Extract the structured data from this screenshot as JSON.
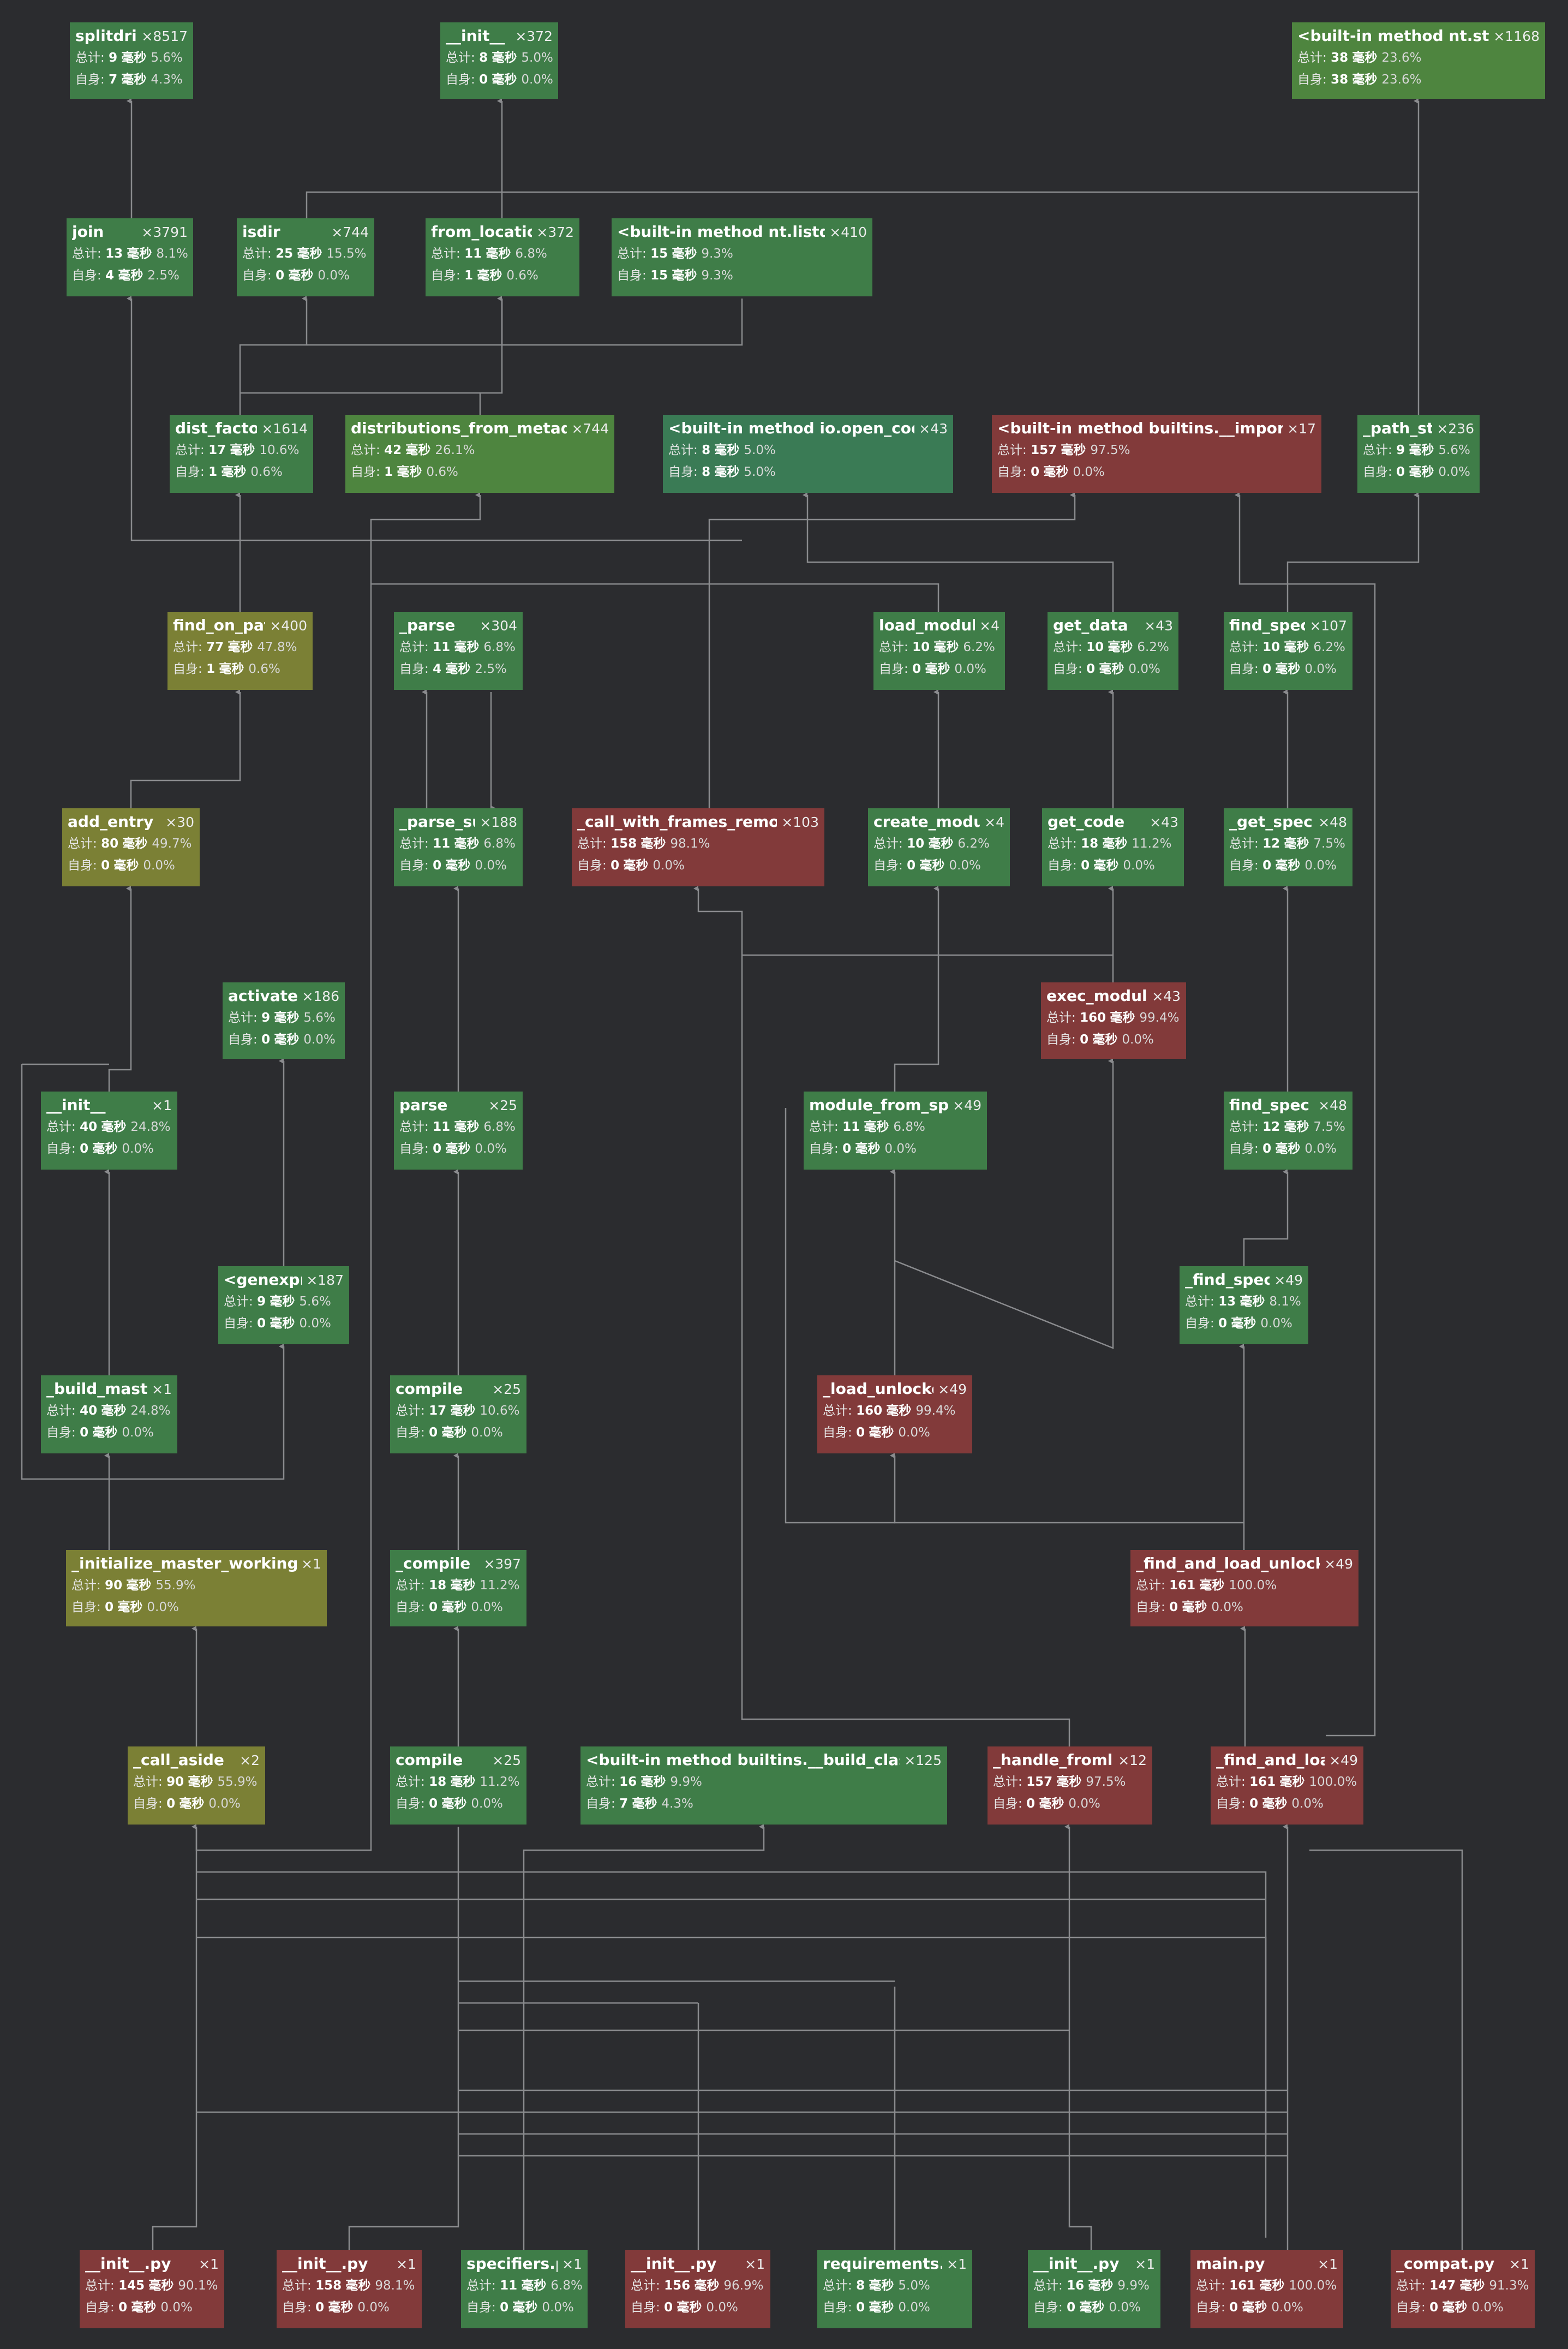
{
  "labels": {
    "total": "总计:",
    "self": "自身:",
    "unit": "毫秒"
  },
  "colors": {
    "background": "#2b2c2f",
    "edge": "#8a8b8e",
    "green": "#3f7d48",
    "teal_green": "#3a7b55",
    "olive": "#7b8035",
    "olive_green": "#5e8037",
    "red": "#823a3a"
  },
  "nodes": [
    {
      "id": "splitdrive",
      "name": "splitdrive",
      "count": "×8517",
      "total": "9",
      "total_pct": "5.6%",
      "self": "7",
      "self_pct": "4.3%",
      "color": "#3f7d48"
    },
    {
      "id": "init372",
      "name": "__init__",
      "count": "×372",
      "total": "8",
      "total_pct": "5.0%",
      "self": "0",
      "self_pct": "0.0%",
      "color": "#3f7d48"
    },
    {
      "id": "ntstat",
      "name": "<built-in method nt.stat>",
      "count": "×1168",
      "total": "38",
      "total_pct": "23.6%",
      "self": "38",
      "self_pct": "23.6%",
      "color": "#4e853f"
    },
    {
      "id": "join",
      "name": "join",
      "count": "×3791",
      "total": "13",
      "total_pct": "8.1%",
      "self": "4",
      "self_pct": "2.5%",
      "color": "#3f7d48"
    },
    {
      "id": "isdir",
      "name": "isdir",
      "count": "×744",
      "total": "25",
      "total_pct": "15.5%",
      "self": "0",
      "self_pct": "0.0%",
      "color": "#3f7d48"
    },
    {
      "id": "fromloc",
      "name": "from_location",
      "count": "×372",
      "total": "11",
      "total_pct": "6.8%",
      "self": "1",
      "self_pct": "0.6%",
      "color": "#3f7d48"
    },
    {
      "id": "listdir",
      "name": "<built-in method nt.listdir>",
      "count": "×410",
      "total": "15",
      "total_pct": "9.3%",
      "self": "15",
      "self_pct": "9.3%",
      "color": "#3f7d48"
    },
    {
      "id": "distfactory",
      "name": "dist_factory",
      "count": "×1614",
      "total": "17",
      "total_pct": "10.6%",
      "self": "1",
      "self_pct": "0.6%",
      "color": "#3f7d48"
    },
    {
      "id": "distmeta",
      "name": "distributions_from_metadata",
      "count": "×744",
      "total": "42",
      "total_pct": "26.1%",
      "self": "1",
      "self_pct": "0.6%",
      "color": "#4e853f"
    },
    {
      "id": "opencode",
      "name": "<built-in method io.open_code>",
      "count": "×43",
      "total": "8",
      "total_pct": "5.0%",
      "self": "8",
      "self_pct": "5.0%",
      "color": "#3a7b55"
    },
    {
      "id": "import",
      "name": "<built-in method builtins.__import__>",
      "count": "×17",
      "total": "157",
      "total_pct": "97.5%",
      "self": "0",
      "self_pct": "0.0%",
      "color": "#823a3a"
    },
    {
      "id": "pathstat",
      "name": "_path_stat",
      "count": "×236",
      "total": "9",
      "total_pct": "5.6%",
      "self": "0",
      "self_pct": "0.0%",
      "color": "#3f7d48"
    },
    {
      "id": "findonpath",
      "name": "find_on_path",
      "count": "×400",
      "total": "77",
      "total_pct": "47.8%",
      "self": "1",
      "self_pct": "0.6%",
      "color": "#7b8035"
    },
    {
      "id": "parse304",
      "name": "_parse",
      "count": "×304",
      "total": "11",
      "total_pct": "6.8%",
      "self": "4",
      "self_pct": "2.5%",
      "color": "#3f7d48"
    },
    {
      "id": "loadmodule",
      "name": "load_module",
      "count": "×4",
      "total": "10",
      "total_pct": "6.2%",
      "self": "0",
      "self_pct": "0.0%",
      "color": "#3f7d48"
    },
    {
      "id": "getdata",
      "name": "get_data",
      "count": "×43",
      "total": "10",
      "total_pct": "6.2%",
      "self": "0",
      "self_pct": "0.0%",
      "color": "#3f7d48"
    },
    {
      "id": "findspec107",
      "name": "find_spec",
      "count": "×107",
      "total": "10",
      "total_pct": "6.2%",
      "self": "0",
      "self_pct": "0.0%",
      "color": "#3f7d48"
    },
    {
      "id": "addentry",
      "name": "add_entry",
      "count": "×30",
      "total": "80",
      "total_pct": "49.7%",
      "self": "0",
      "self_pct": "0.0%",
      "color": "#7b8035"
    },
    {
      "id": "parsesub",
      "name": "_parse_sub",
      "count": "×188",
      "total": "11",
      "total_pct": "6.8%",
      "self": "0",
      "self_pct": "0.0%",
      "color": "#3f7d48"
    },
    {
      "id": "callwfr",
      "name": "_call_with_frames_removed",
      "count": "×103",
      "total": "158",
      "total_pct": "98.1%",
      "self": "0",
      "self_pct": "0.0%",
      "color": "#823a3a"
    },
    {
      "id": "createmodule",
      "name": "create_module",
      "count": "×4",
      "total": "10",
      "total_pct": "6.2%",
      "self": "0",
      "self_pct": "0.0%",
      "color": "#3f7d48"
    },
    {
      "id": "getcode",
      "name": "get_code",
      "count": "×43",
      "total": "18",
      "total_pct": "11.2%",
      "self": "0",
      "self_pct": "0.0%",
      "color": "#3f7d48"
    },
    {
      "id": "getspec",
      "name": "_get_spec",
      "count": "×48",
      "total": "12",
      "total_pct": "7.5%",
      "self": "0",
      "self_pct": "0.0%",
      "color": "#3f7d48"
    },
    {
      "id": "activate",
      "name": "activate",
      "count": "×186",
      "total": "9",
      "total_pct": "5.6%",
      "self": "0",
      "self_pct": "0.0%",
      "color": "#3f7d48"
    },
    {
      "id": "execmodule",
      "name": "exec_module",
      "count": "×43",
      "total": "160",
      "total_pct": "99.4%",
      "self": "0",
      "self_pct": "0.0%",
      "color": "#823a3a"
    },
    {
      "id": "init1",
      "name": "__init__",
      "count": "×1",
      "total": "40",
      "total_pct": "24.8%",
      "self": "0",
      "self_pct": "0.0%",
      "color": "#3f7d48"
    },
    {
      "id": "parse25",
      "name": "parse",
      "count": "×25",
      "total": "11",
      "total_pct": "6.8%",
      "self": "0",
      "self_pct": "0.0%",
      "color": "#3f7d48"
    },
    {
      "id": "modfromspec",
      "name": "module_from_spec",
      "count": "×49",
      "total": "11",
      "total_pct": "6.8%",
      "self": "0",
      "self_pct": "0.0%",
      "color": "#3f7d48"
    },
    {
      "id": "findspec48",
      "name": "find_spec",
      "count": "×48",
      "total": "12",
      "total_pct": "7.5%",
      "self": "0",
      "self_pct": "0.0%",
      "color": "#3f7d48"
    },
    {
      "id": "genexpr",
      "name": "<genexpr>",
      "count": "×187",
      "total": "9",
      "total_pct": "5.6%",
      "self": "0",
      "self_pct": "0.0%",
      "color": "#3f7d48"
    },
    {
      "id": "findspec49",
      "name": "_find_spec",
      "count": "×49",
      "total": "13",
      "total_pct": "8.1%",
      "self": "0",
      "self_pct": "0.0%",
      "color": "#3f7d48"
    },
    {
      "id": "buildmaster",
      "name": "_build_master",
      "count": "×1",
      "total": "40",
      "total_pct": "24.8%",
      "self": "0",
      "self_pct": "0.0%",
      "color": "#3f7d48"
    },
    {
      "id": "compile25a",
      "name": "compile",
      "count": "×25",
      "total": "17",
      "total_pct": "10.6%",
      "self": "0",
      "self_pct": "0.0%",
      "color": "#3f7d48"
    },
    {
      "id": "loadunlocked",
      "name": "_load_unlocked",
      "count": "×49",
      "total": "160",
      "total_pct": "99.4%",
      "self": "0",
      "self_pct": "0.0%",
      "color": "#823a3a"
    },
    {
      "id": "initmws",
      "name": "_initialize_master_working_set",
      "count": "×1",
      "total": "90",
      "total_pct": "55.9%",
      "self": "0",
      "self_pct": "0.0%",
      "color": "#7b8035"
    },
    {
      "id": "compile397",
      "name": "_compile",
      "count": "×397",
      "total": "18",
      "total_pct": "11.2%",
      "self": "0",
      "self_pct": "0.0%",
      "color": "#3f7d48"
    },
    {
      "id": "flu",
      "name": "_find_and_load_unlocked",
      "count": "×49",
      "total": "161",
      "total_pct": "100.0%",
      "self": "0",
      "self_pct": "0.0%",
      "color": "#823a3a"
    },
    {
      "id": "callaside",
      "name": "_call_aside",
      "count": "×2",
      "total": "90",
      "total_pct": "55.9%",
      "self": "0",
      "self_pct": "0.0%",
      "color": "#7b8035"
    },
    {
      "id": "compile25b",
      "name": "compile",
      "count": "×25",
      "total": "18",
      "total_pct": "11.2%",
      "self": "0",
      "self_pct": "0.0%",
      "color": "#3f7d48"
    },
    {
      "id": "buildclass",
      "name": "<built-in method builtins.__build_class__>",
      "count": "×125",
      "total": "16",
      "total_pct": "9.9%",
      "self": "7",
      "self_pct": "4.3%",
      "color": "#3f7d48"
    },
    {
      "id": "handlefl",
      "name": "_handle_fromlist",
      "count": "×12",
      "total": "157",
      "total_pct": "97.5%",
      "self": "0",
      "self_pct": "0.0%",
      "color": "#823a3a"
    },
    {
      "id": "findandload",
      "name": "_find_and_load",
      "count": "×49",
      "total": "161",
      "total_pct": "100.0%",
      "self": "0",
      "self_pct": "0.0%",
      "color": "#823a3a"
    },
    {
      "id": "initpy145",
      "name": "__init__.py",
      "count": "×1",
      "total": "145",
      "total_pct": "90.1%",
      "self": "0",
      "self_pct": "0.0%",
      "color": "#823a3a"
    },
    {
      "id": "initpy158",
      "name": "__init__.py",
      "count": "×1",
      "total": "158",
      "total_pct": "98.1%",
      "self": "0",
      "self_pct": "0.0%",
      "color": "#823a3a"
    },
    {
      "id": "specifiers",
      "name": "specifiers.py",
      "count": "×1",
      "total": "11",
      "total_pct": "6.8%",
      "self": "0",
      "self_pct": "0.0%",
      "color": "#3f7d48"
    },
    {
      "id": "initpy156",
      "name": "__init__.py",
      "count": "×1",
      "total": "156",
      "total_pct": "96.9%",
      "self": "0",
      "self_pct": "0.0%",
      "color": "#823a3a"
    },
    {
      "id": "requirements",
      "name": "requirements.py",
      "count": "×1",
      "total": "8",
      "total_pct": "5.0%",
      "self": "0",
      "self_pct": "0.0%",
      "color": "#3f7d48"
    },
    {
      "id": "initpy16",
      "name": "__init__.py",
      "count": "×1",
      "total": "16",
      "total_pct": "9.9%",
      "self": "0",
      "self_pct": "0.0%",
      "color": "#3f7d48"
    },
    {
      "id": "mainpy",
      "name": "main.py",
      "count": "×1",
      "total": "161",
      "total_pct": "100.0%",
      "self": "0",
      "self_pct": "0.0%",
      "color": "#823a3a"
    },
    {
      "id": "compatpy",
      "name": "_compat.py",
      "count": "×1",
      "total": "147",
      "total_pct": "91.3%",
      "self": "0",
      "self_pct": "0.0%",
      "color": "#823a3a"
    }
  ]
}
